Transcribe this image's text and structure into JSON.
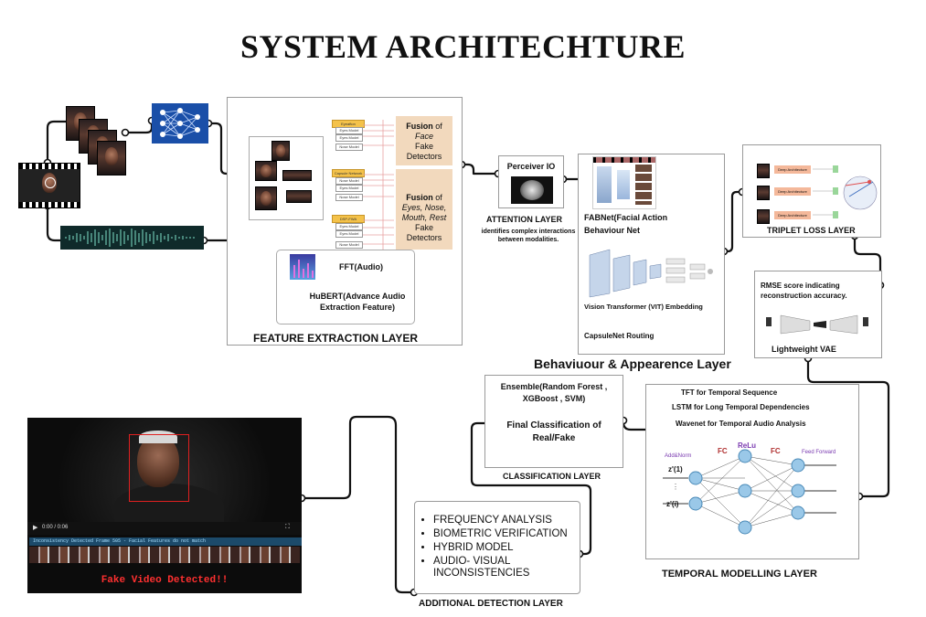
{
  "title": "SYSTEM ARCHITECHTURE",
  "feature_layer": {
    "label": "FEATURE EXTRACTION LAYER",
    "fusion_face": {
      "word": "Fusion",
      "suffix": " of",
      "line2": "Face",
      "line3": "Fake Detectors"
    },
    "fusion_parts": {
      "word": "Fusion",
      "suffix": " of",
      "line2": "Eyes, Nose,",
      "line3": "Mouth, Rest",
      "line4": "Fake Detectors"
    },
    "group1": [
      "Eyeafton",
      "Eyes Model",
      "Eyes Model",
      "Nose Model"
    ],
    "group2": [
      "Capsule Network",
      "Nose Model",
      "Eyes Model",
      "Nose Model"
    ],
    "group3": [
      "DSP-FWA",
      "Eyes Model",
      "Eyes Model",
      "Nose Model"
    ],
    "fft": "FFT(Audio)",
    "hubert": "HuBERT(Advance Audio Extraction Feature)"
  },
  "attention_layer": {
    "heading": "Perceiver IO",
    "label": "ATTENTION LAYER",
    "desc": "identifies complex interactions between modalities."
  },
  "behaviour_layer": {
    "fabnet": "FABNet(Facial Action Behaviour Net",
    "vit": "Vision Transformer (VIT) Embedding",
    "capsule": "CapsuleNet Routing",
    "label": "Behaviuour & Appearence Layer"
  },
  "triplet_layer": {
    "label": "TRIPLET LOSS LAYER",
    "items": [
      "Deep Architecture",
      "Deep Architecture",
      "Deep Architecture"
    ]
  },
  "vae_layer": {
    "desc": "RMSE score indicating reconstruction accuracy.",
    "label": "Lightweight VAE"
  },
  "classification_layer": {
    "ensemble": "Ensemble(Random Forest , XGBoost , SVM)",
    "final": "Final Classification of Real/Fake",
    "label": "CLASSIFICATION LAYER"
  },
  "temporal_layer": {
    "line1": "TFT for Temporal Sequence",
    "line2": "LSTM for Long Temporal Dependencies",
    "line3": "Wavenet for Temporal Audio Analysis",
    "label": "TEMPORAL MODELLING LAYER",
    "fc1": "FC",
    "relu": "ReLu",
    "fc2": "FC",
    "addnorm": "Add&Norm",
    "feedforward": "Feed Forward",
    "z1": "z'(1)",
    "zi": "z'(i)"
  },
  "additional_layer": {
    "items": [
      "FREQUENCY ANALYSIS",
      "BIOMETRIC VERIFICATION",
      "HYBRID MODEL",
      "AUDIO- VISUAL INCONSISTENCIES"
    ],
    "label": "ADDITIONAL DETECTION LAYER"
  },
  "result_panel": {
    "time": "0:00 / 0:06",
    "ticker": "Inconsistency Detected  Frame 505 - Facial Features do not match",
    "verdict": "Fake Video Detected!!"
  }
}
